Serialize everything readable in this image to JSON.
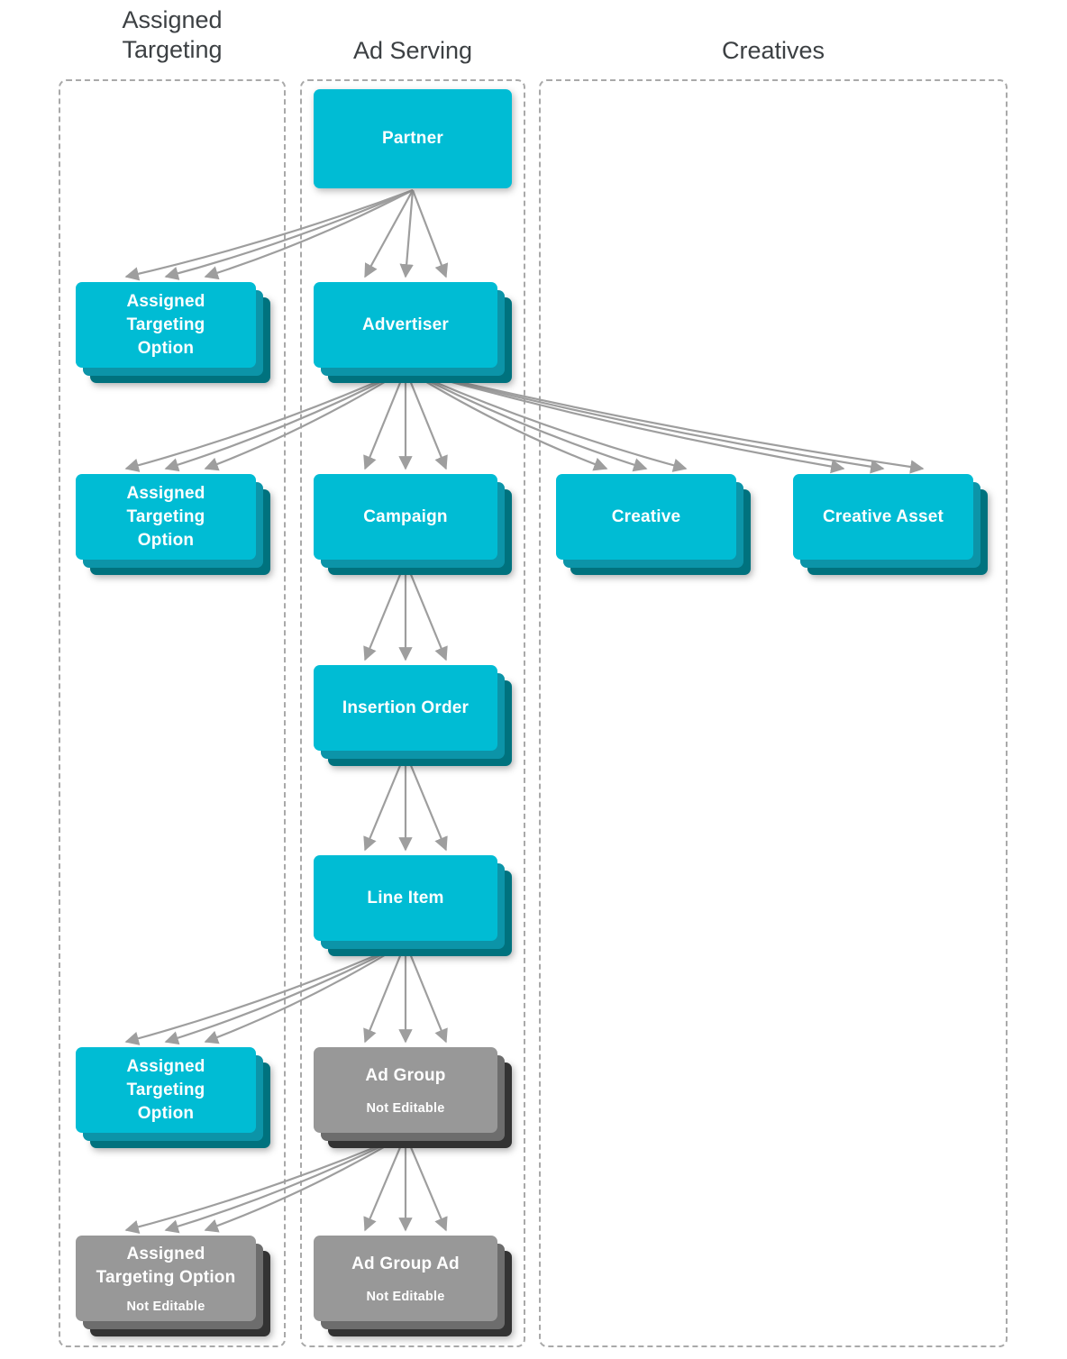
{
  "diagram": {
    "title_colors": {
      "node_cyan": "#00bcd4",
      "node_cyan_mid": "#0c94a8",
      "node_cyan_back": "#00727e",
      "node_gray": "#989898",
      "node_gray_mid": "#6d6d6d",
      "node_gray_back": "#333333",
      "arrow": "#9e9e9e",
      "group_border": "#a9a9a9",
      "header_text": "#3c4043",
      "node_text": "#ffffff"
    },
    "columns": [
      {
        "id": "assigned-targeting",
        "label": "Assigned\nTargeting",
        "label_line1": "Assigned",
        "label_line2": "Targeting"
      },
      {
        "id": "ad-serving",
        "label": "Ad Serving"
      },
      {
        "id": "creatives",
        "label": "Creatives"
      }
    ],
    "nodes": [
      {
        "id": "partner",
        "label": "Partner",
        "sublabel": "",
        "column": "ad-serving",
        "style": "cyan",
        "stacked": false,
        "lines": 1
      },
      {
        "id": "ato-partner",
        "label": "Assigned Targeting Option",
        "sublabel": "",
        "column": "assigned-targeting",
        "style": "cyan",
        "stacked": true,
        "lines": 3
      },
      {
        "id": "advertiser",
        "label": "Advertiser",
        "sublabel": "",
        "column": "ad-serving",
        "style": "cyan",
        "stacked": true,
        "lines": 1
      },
      {
        "id": "ato-advertiser",
        "label": "Assigned Targeting Option",
        "sublabel": "",
        "column": "assigned-targeting",
        "style": "cyan",
        "stacked": true,
        "lines": 3
      },
      {
        "id": "campaign",
        "label": "Campaign",
        "sublabel": "",
        "column": "ad-serving",
        "style": "cyan",
        "stacked": true,
        "lines": 1
      },
      {
        "id": "creative",
        "label": "Creative",
        "sublabel": "",
        "column": "creatives",
        "style": "cyan",
        "stacked": true,
        "lines": 1
      },
      {
        "id": "creative-asset",
        "label": "Creative Asset",
        "sublabel": "",
        "column": "creatives",
        "style": "cyan",
        "stacked": true,
        "lines": 1
      },
      {
        "id": "insertion-order",
        "label": "Insertion Order",
        "sublabel": "",
        "column": "ad-serving",
        "style": "cyan",
        "stacked": true,
        "lines": 1
      },
      {
        "id": "line-item",
        "label": "Line Item",
        "sublabel": "",
        "column": "ad-serving",
        "style": "cyan",
        "stacked": true,
        "lines": 1
      },
      {
        "id": "ato-line-item",
        "label": "Assigned Targeting Option",
        "sublabel": "",
        "column": "assigned-targeting",
        "style": "cyan",
        "stacked": true,
        "lines": 3
      },
      {
        "id": "ad-group",
        "label": "Ad Group",
        "sublabel": "Not Editable",
        "column": "ad-serving",
        "style": "gray",
        "stacked": true,
        "lines": 1
      },
      {
        "id": "ato-ad-group",
        "label": "Assigned Targeting Option",
        "sublabel": "Not Editable",
        "column": "assigned-targeting",
        "style": "gray",
        "stacked": true,
        "lines": 2
      },
      {
        "id": "ad-group-ad",
        "label": "Ad Group Ad",
        "sublabel": "Not Editable",
        "column": "ad-serving",
        "style": "gray",
        "stacked": true,
        "lines": 1
      }
    ],
    "edges": [
      {
        "from": "partner",
        "to": "ato-partner",
        "multiplicity": 3
      },
      {
        "from": "partner",
        "to": "advertiser",
        "multiplicity": 3
      },
      {
        "from": "advertiser",
        "to": "ato-advertiser",
        "multiplicity": 3
      },
      {
        "from": "advertiser",
        "to": "campaign",
        "multiplicity": 3
      },
      {
        "from": "advertiser",
        "to": "creative",
        "multiplicity": 3
      },
      {
        "from": "advertiser",
        "to": "creative-asset",
        "multiplicity": 3
      },
      {
        "from": "campaign",
        "to": "insertion-order",
        "multiplicity": 3
      },
      {
        "from": "insertion-order",
        "to": "line-item",
        "multiplicity": 3
      },
      {
        "from": "line-item",
        "to": "ato-line-item",
        "multiplicity": 3
      },
      {
        "from": "line-item",
        "to": "ad-group",
        "multiplicity": 3
      },
      {
        "from": "ad-group",
        "to": "ato-ad-group",
        "multiplicity": 3
      },
      {
        "from": "ad-group",
        "to": "ad-group-ad",
        "multiplicity": 3
      }
    ]
  }
}
